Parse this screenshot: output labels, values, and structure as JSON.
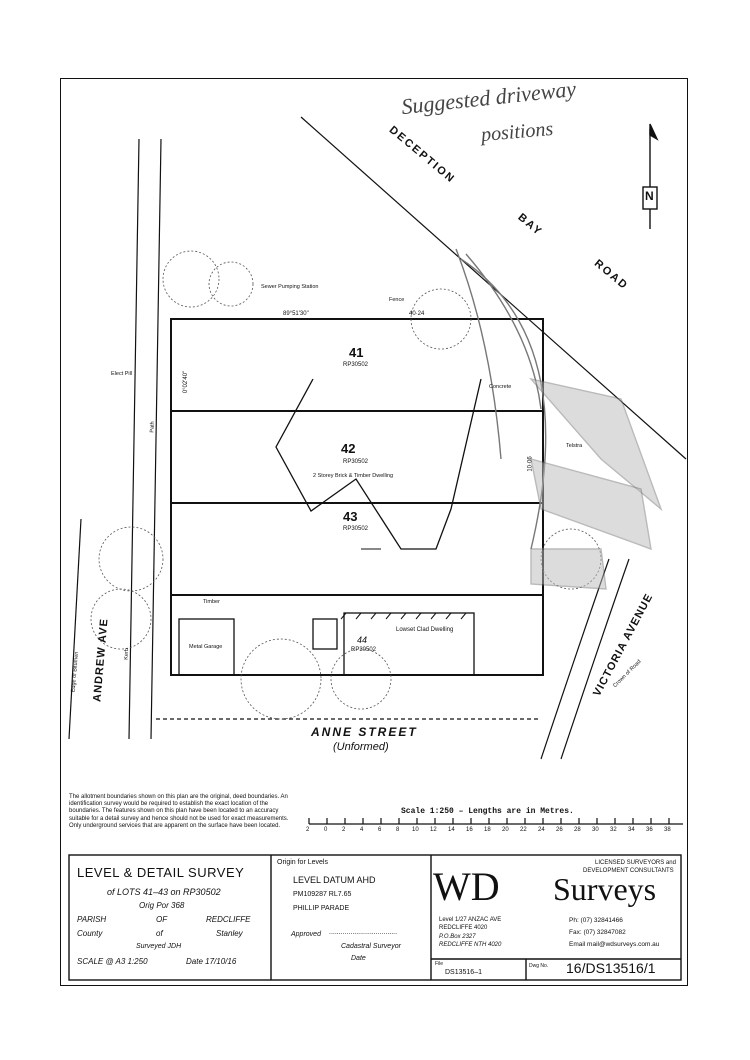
{
  "handwriting": {
    "line1": "Suggested driveway",
    "line2": "positions"
  },
  "roads": {
    "deception_1": "DECEPTION",
    "deception_2": "BAY",
    "deception_3": "ROAD",
    "andrew": "ANDREW AVE",
    "anne": "ANNE STREET",
    "anne_sub": "(Unformed)",
    "victoria": "VICTORIA AVENUE"
  },
  "lots": [
    {
      "num": "41",
      "rp": "RP30502"
    },
    {
      "num": "42",
      "rp": "RP30502",
      "dwelling": "2 Storey Brick & Timber Dwelling"
    },
    {
      "num": "43",
      "rp": "RP30502"
    },
    {
      "num": "44",
      "rp": "RP30502",
      "dwelling": "Lowset Clad Dwelling"
    }
  ],
  "plan_labels": {
    "sewer_pump": "Sewer Pumping Station",
    "fence": "Fence",
    "timber": "Timber",
    "concrete": "Concrete",
    "metal_garage": "Metal Garage",
    "elect_pill": "Elect Pill",
    "path": "Path",
    "kerb": "Kerb",
    "edge_bitumen": "Edge of Bitumen",
    "crown_road": "Crown of Road",
    "telstra": "Telstra",
    "bearing_1": "89°51'30\"",
    "bearing_2": "0°02'40\"",
    "dim_1": "40·24",
    "dim_2": "10·06",
    "north": "N"
  },
  "notes": "The allotment boundaries shown on this plan are the original, deed boundaries. An identification survey would be required to establish the exact location of the boundaries. The features shown on this plan have been located to an accuracy suitable for a detail survey and hence should not be used for exact measurements. Only underground services that are apparent on the surface have been located.",
  "scale_bar": {
    "title": "Scale 1:250 – Lengths are in Metres.",
    "ticks": [
      "2",
      "0",
      "2",
      "4",
      "6",
      "8",
      "10",
      "12",
      "14",
      "16",
      "18",
      "20",
      "22",
      "24",
      "26",
      "28",
      "30",
      "32",
      "34",
      "36",
      "38"
    ]
  },
  "title_block": {
    "heading": "LEVEL & DETAIL SURVEY",
    "of_lots": "of LOTS 41–43 on RP30502",
    "orig_por": "Orig Por 368",
    "parish_l": "PARISH",
    "parish_of": "OF",
    "parish_v": "REDCLIFFE",
    "county_l": "County",
    "county_of": "of",
    "county_v": "Stanley",
    "surveyed": "Surveyed JDH",
    "scale": "SCALE @ A3 1:250",
    "date": "Date 17/10/16"
  },
  "origin": {
    "title": "Origin for Levels",
    "datum": "LEVEL DATUM AHD",
    "pm": "PM109287 RL7.65",
    "place": "PHILLIP PARADE",
    "approved": "Approved",
    "dots": "...................................",
    "cadastral": "Cadastral Surveyor",
    "date": "Date"
  },
  "company": {
    "wd": "WD",
    "surveys": "Surveys",
    "tagline1": "LICENSED SURVEYORS and",
    "tagline2": "DEVELOPMENT CONSULTANTS",
    "addr1": "Level 1/27 ANZAC AVE",
    "addr2": "REDCLIFFE 4020",
    "addr3": "P.O.Box 2327",
    "addr4": "REDCLIFFE NTH 4020",
    "ph": "Ph: (07) 32841466",
    "fax": "Fax: (07) 32847082",
    "email": "Email mail@wdsurveys.com.au"
  },
  "file": {
    "label": "File",
    "value": "DS13516–1",
    "dwg_label": "Dwg No.",
    "dwg": "16/DS13516/1"
  }
}
